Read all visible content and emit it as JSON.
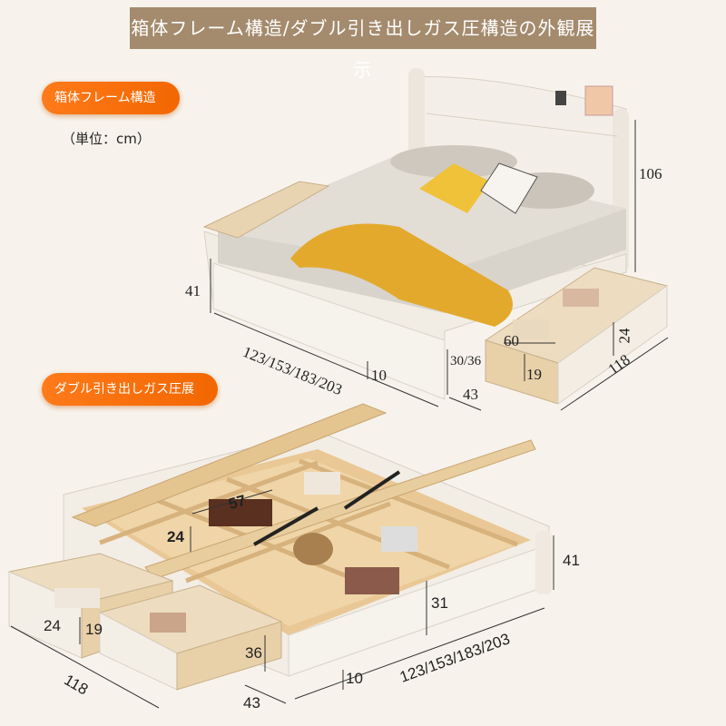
{
  "banner": {
    "title": "箱体フレーム構造/ダブル引き出しガス圧構造の外観展示"
  },
  "section_top": {
    "label": "箱体フレーム構造",
    "unit": "（単位：cm）"
  },
  "section_bottom": {
    "label": "ダブル引き出しガス圧展"
  },
  "top_dims": {
    "height": "106",
    "frame_height": "41",
    "width": "123/153/183/203",
    "leg": "10",
    "drawer_height": "30/36",
    "drawer_depth": "43",
    "drawer_inner_width": "60",
    "drawer_inner_height": "19",
    "drawer_side": "24",
    "length": "118"
  },
  "bottom_dims": {
    "compartment_width": "57",
    "compartment_height": "24",
    "frame_height": "41",
    "inner_height": "31",
    "width": "123/153/183/203",
    "leg": "10",
    "drawer_height": "36",
    "drawer_depth": "43",
    "drawer_side": "24",
    "drawer_inner": "19",
    "length": "118"
  }
}
